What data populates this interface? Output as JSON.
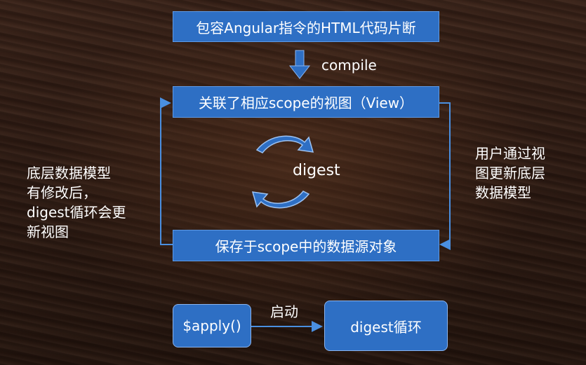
{
  "boxes": {
    "template": "包容Angular指令的HTML代码片断",
    "view": "关联了相应scope的视图（View）",
    "model": "保存于scope中的数据源对象",
    "apply": "$apply()",
    "digest_loop": "digest循环"
  },
  "labels": {
    "compile": "compile",
    "digest": "digest",
    "left_note": [
      "底层数据模型",
      "有修改后，",
      "digest循环会更",
      "新视图"
    ],
    "right_note": [
      "用户通过视",
      "图更新底层",
      "数据模型"
    ],
    "trigger": "启动"
  },
  "colors": {
    "box_fill": "#2e6fc4",
    "box_border": "#5d9ae6",
    "connector": "#4a8fe0",
    "text": "#ffffff"
  }
}
